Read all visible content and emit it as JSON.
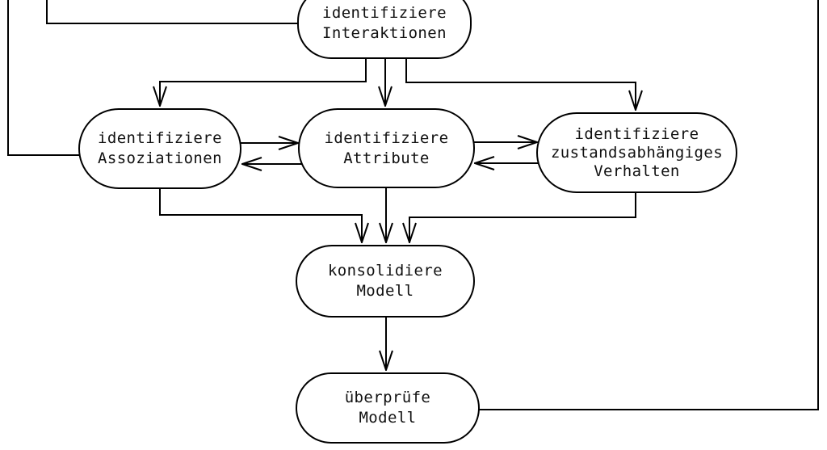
{
  "diagram": {
    "background_color": "#ffffff",
    "line_color": "#000000",
    "text_color": "#111111",
    "nodes": [
      {
        "id": "identifiziere-interaktionen",
        "lines": [
          "identifiziere",
          "Interaktionen"
        ]
      },
      {
        "id": "identifiziere-assoziationen",
        "lines": [
          "identifiziere",
          "Assoziationen"
        ]
      },
      {
        "id": "identifiziere-attribute",
        "lines": [
          "identifiziere",
          "Attribute"
        ]
      },
      {
        "id": "identifiziere-zustandsabhaengiges-verhalten",
        "lines": [
          "identifiziere",
          "zustandsabhängiges",
          "Verhalten"
        ]
      },
      {
        "id": "konsolidiere-modell",
        "lines": [
          "konsolidiere",
          "Modell"
        ]
      },
      {
        "id": "ueberpruefe-modell",
        "lines": [
          "überprüfe",
          "Modell"
        ]
      }
    ],
    "edges": [
      {
        "from": "offscreen-top-left-outer",
        "to": "identifiziere-assoziationen",
        "arrowhead": false
      },
      {
        "from": "offscreen-top-left-inner",
        "to": "identifiziere-interaktionen",
        "arrowhead": false
      },
      {
        "from": "identifiziere-interaktionen",
        "to": "identifiziere-assoziationen",
        "arrowhead": true
      },
      {
        "from": "identifiziere-interaktionen",
        "to": "identifiziere-attribute",
        "arrowhead": true
      },
      {
        "from": "identifiziere-interaktionen",
        "to": "identifiziere-zustandsabhaengiges-verhalten",
        "arrowhead": true
      },
      {
        "from": "identifiziere-assoziationen",
        "to": "identifiziere-attribute",
        "arrowhead": true
      },
      {
        "from": "identifiziere-attribute",
        "to": "identifiziere-assoziationen",
        "arrowhead": true
      },
      {
        "from": "identifiziere-attribute",
        "to": "identifiziere-zustandsabhaengiges-verhalten",
        "arrowhead": true
      },
      {
        "from": "identifiziere-zustandsabhaengiges-verhalten",
        "to": "identifiziere-attribute",
        "arrowhead": true
      },
      {
        "from": "identifiziere-assoziationen",
        "to": "konsolidiere-modell",
        "arrowhead": true
      },
      {
        "from": "identifiziere-attribute",
        "to": "konsolidiere-modell",
        "arrowhead": true
      },
      {
        "from": "identifiziere-zustandsabhaengiges-verhalten",
        "to": "konsolidiere-modell",
        "arrowhead": true
      },
      {
        "from": "konsolidiere-modell",
        "to": "ueberpruefe-modell",
        "arrowhead": true
      },
      {
        "from": "ueberpruefe-modell",
        "to": "offscreen-top-right",
        "arrowhead": false
      }
    ]
  }
}
